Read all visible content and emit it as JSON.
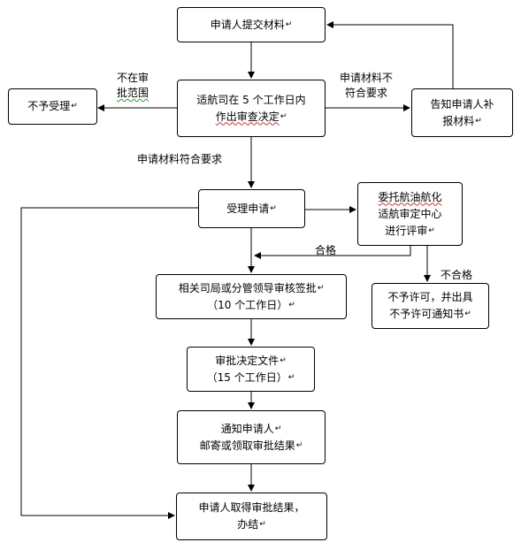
{
  "boxes": {
    "submit": "申请人提交材料",
    "decide_line1": "适航司在 5 个工作日内",
    "decide_line2": "作出审查决定",
    "reject": "不予受理",
    "notify_supp_line1": "告知申请人补",
    "notify_supp_line2": "报材料",
    "accept": "受理申请",
    "entrust_line1": "委托航油航化",
    "entrust_line2": "适航审定中心",
    "entrust_line3": "进行评审",
    "sign_line1": "相关司局或分管领导审核签批",
    "sign_line2": "（10 个工作日）",
    "denial_line1": "不予许可，并出具",
    "denial_line2": "不予许可通知书",
    "doc_line1": "审批决定文件",
    "doc_line2": "（15 个工作日）",
    "inform_line1": "通知申请人",
    "inform_line2": "邮寄或领取审批结果",
    "final_line1": "申请人取得审批结果，",
    "final_line2": "办结"
  },
  "labels": {
    "out_of_scope_line1": "不在审",
    "out_of_scope_line2": "批范围",
    "incomplete_line1": "申请材料不",
    "incomplete_line2": "符合要求",
    "complete": "申请材料符合要求",
    "pass": "合格",
    "fail": "不合格"
  },
  "paragraph_mark": "↵"
}
